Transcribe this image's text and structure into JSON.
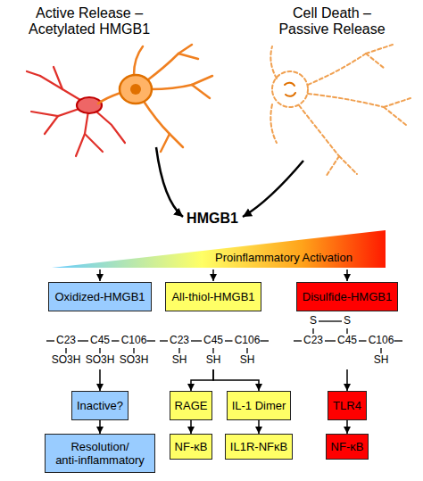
{
  "diagram": {
    "nodes": [
      {
        "text": [
          "Oxidized-HMGB1"
        ]
      },
      {
        "text": [
          "All-thiol-HMGB1"
        ]
      },
      {
        "text": [
          "Disulfide-HMGB1"
        ]
      },
      {
        "text": [
          "Inactive?"
        ]
      },
      {
        "text": [
          "RAGE"
        ]
      },
      {
        "text": [
          "IL-1 Dimer"
        ]
      },
      {
        "text": [
          "TLR4"
        ]
      },
      {
        "text": [
          "Resolution/ anti-inflammatory"
        ]
      },
      {
        "text": [
          "NF-κB"
        ]
      },
      {
        "text": [
          "IL1R-NFκB"
        ]
      },
      {
        "text": [
          "NF-κB"
        ]
      }
    ],
    "edges": [
      {
        "from": 0,
        "to": 3,
        "arrow": "to"
      },
      {
        "from": 3,
        "to": 7,
        "arrow": "to"
      },
      {
        "from": 1,
        "to": 4,
        "arrow": "to"
      },
      {
        "from": 1,
        "to": 5,
        "arrow": "to"
      },
      {
        "from": 4,
        "to": 8,
        "arrow": "to"
      },
      {
        "from": 5,
        "to": 9,
        "arrow": "to"
      },
      {
        "from": 2,
        "to": 6,
        "arrow": "to"
      },
      {
        "from": 6,
        "to": 10,
        "arrow": "to"
      }
    ],
    "labels": [
      "Active Release – Acetylated HMGB1",
      "Cell Death – Passive Release",
      "HMGB1",
      "Proinflammatory Activation",
      "C23",
      "C45",
      "C106",
      "SO3H",
      "SO3H",
      "SO3H",
      "C23",
      "C45",
      "C106",
      "SH",
      "SH",
      "SH",
      "S",
      "S",
      "C23",
      "C45",
      "C106",
      "SH"
    ]
  }
}
